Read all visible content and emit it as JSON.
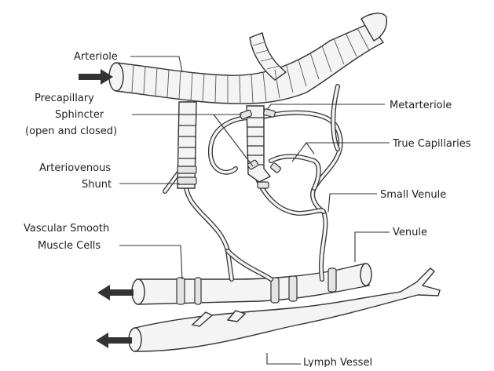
{
  "diagram": {
    "labels": {
      "arteriole": "Arteriole",
      "precapillary_sphincter_line1": "Precapillary",
      "precapillary_sphincter_line2": "Sphincter",
      "precapillary_sphincter_line3": "(open and closed)",
      "metarteriole": "Metarteriole",
      "true_capillaries": "True Capillaries",
      "arteriovenous_shunt_line1": "Arteriovenous",
      "arteriovenous_shunt_line2": "Shunt",
      "small_venule": "Small Venule",
      "vascular_smooth_muscle_line1": "Vascular Smooth",
      "vascular_smooth_muscle_line2": "Muscle Cells",
      "venule": "Venule",
      "lymph_vessel": "Lymph Vessel"
    },
    "colors": {
      "ink": "#333333",
      "vessel_fill": "#f4f4f4",
      "background": "#ffffff"
    },
    "arrows": {
      "inflow_icon": "arrow-right-icon",
      "venous_outflow_icon": "arrow-left-icon",
      "lymph_outflow_icon": "arrow-left-icon"
    }
  }
}
